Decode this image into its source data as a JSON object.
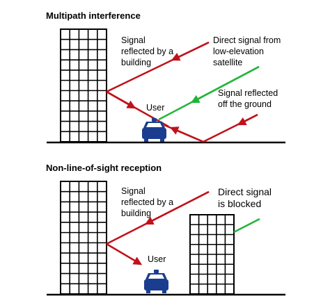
{
  "colors": {
    "reflected": "#c0121b",
    "direct": "#22b43a",
    "building": "#000000",
    "car_body": "#1a3d8f",
    "car_window": "#ffffff",
    "ground": "#000000"
  },
  "panels": [
    {
      "title": "Multipath interference",
      "labels": {
        "reflected_building": [
          "Signal",
          "reflected by a",
          "building"
        ],
        "direct_signal": [
          "Direct signal from",
          "low-elevation",
          "satellite"
        ],
        "reflected_ground": [
          "Signal reflected",
          "off the ground"
        ],
        "user": "User"
      }
    },
    {
      "title": "Non-line-of-sight reception",
      "labels": {
        "reflected_building": [
          "Signal",
          "reflected by a",
          "building"
        ],
        "direct_signal": [
          "Direct signal",
          "is blocked"
        ],
        "user": "User"
      }
    }
  ],
  "icons": [
    "building-icon",
    "car-icon",
    "arrow-icon"
  ]
}
